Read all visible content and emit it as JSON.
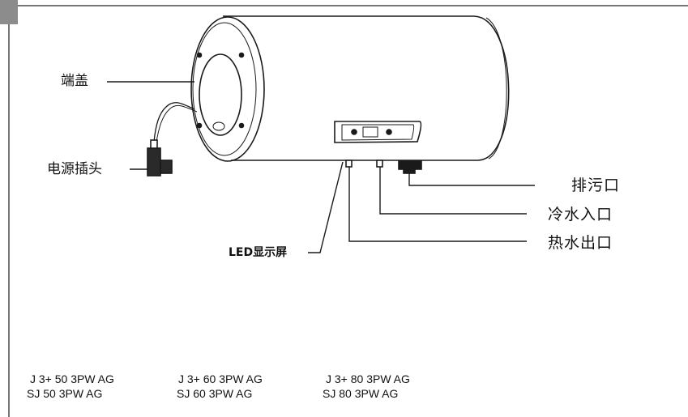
{
  "labels": {
    "end_cap": "端盖",
    "power_plug": "电源插头",
    "led_display": "LED显示屏",
    "drain_outlet": "排污口",
    "cold_water_inlet": "冷水入口",
    "hot_water_outlet": "热水出口"
  },
  "models": [
    {
      "line1": "J 3+ 50 3PW AG",
      "line2": "SJ 50 3PW AG"
    },
    {
      "line1": "J 3+ 60 3PW AG",
      "line2": "SJ 60 3PW AG"
    },
    {
      "line1": "J 3+ 80 3PW AG",
      "line2": "SJ 80 3PW AG"
    }
  ]
}
